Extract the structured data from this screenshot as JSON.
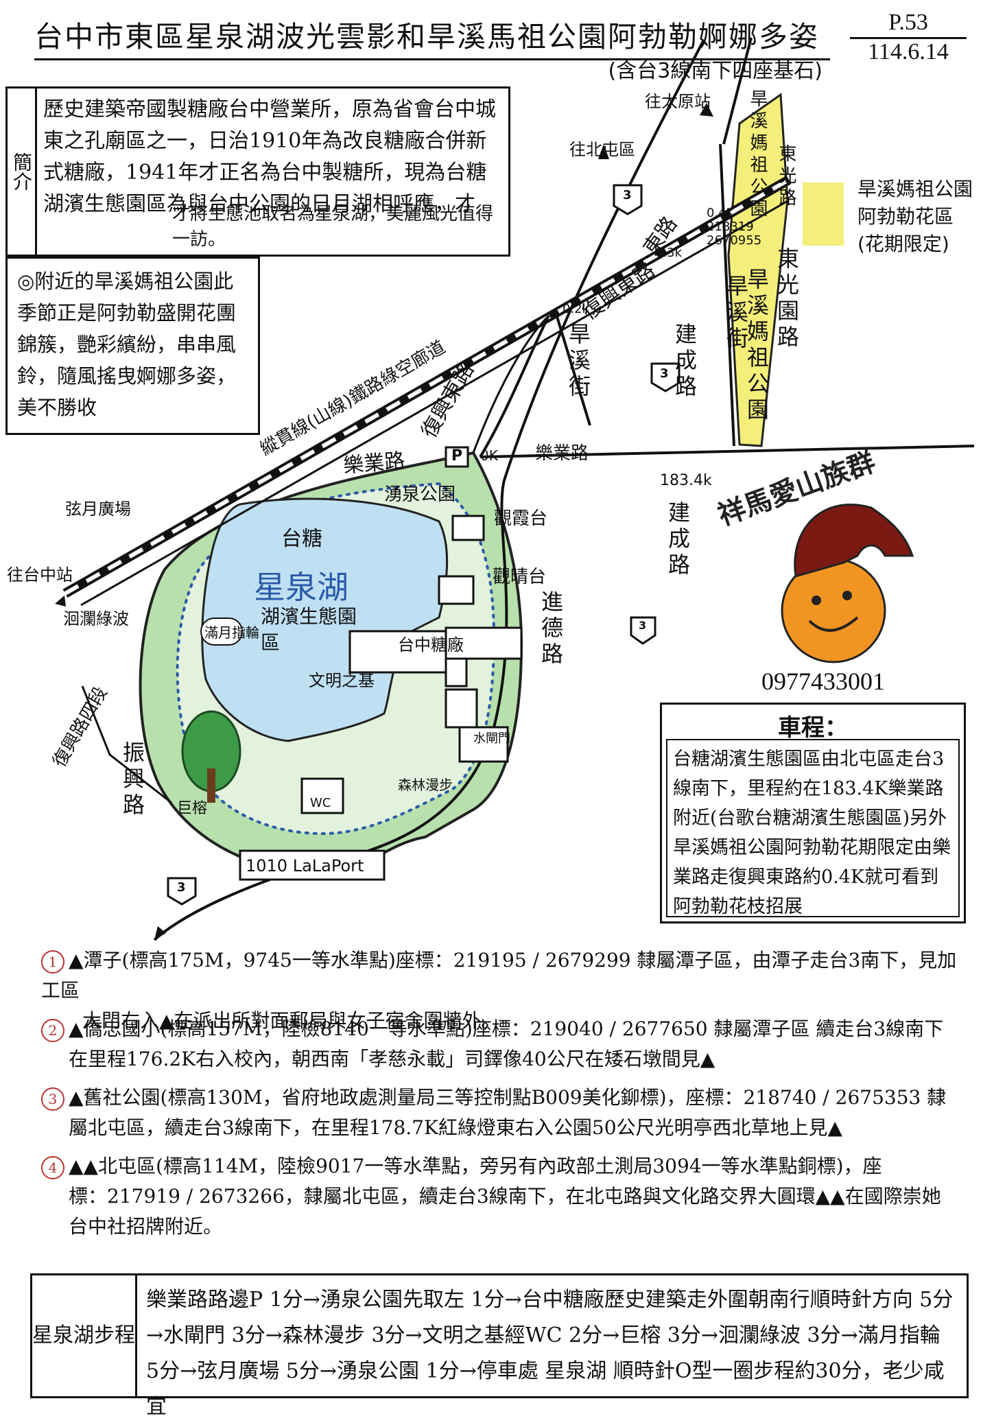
{
  "header": {
    "title": "台中市東區星泉湖波光雲影和旱溪馬祖公園阿勃勒婀娜多姿",
    "subtitle": "(含台3線南下四座基石)",
    "page_no": "P.53",
    "date": "114.6.14"
  },
  "intro": {
    "tag": "簡介",
    "text": "歷史建築帝國製糖廠台中營業所，原為省會台中城東之孔廟區之一，日治1910年為改良糖廠合併新式糖廠，1941年才正名為台中製糖所，現為台糖湖濱生態園區為與台中公園的日月湖相呼應，才",
    "note": "才將生態池取名為星泉湖，美麗風光值得一訪。"
  },
  "nearby": {
    "text": "◎附近的旱溪媽祖公園此季節正是阿勃勒盛開花團錦簇，艷彩繽紛，串串風鈴，隨風搖曳婀娜多姿，美不勝收"
  },
  "legend": {
    "line1": "旱溪媽祖公園",
    "line2": "阿勃勒花區",
    "line3": "(花期限定)",
    "color": "#f4ef7a"
  },
  "map": {
    "to_taiyuan": "往太原站",
    "to_beitun": "往北屯區",
    "to_taichung": "往台中站",
    "rail": "縱貫線(山線)鐵路綠空廊道",
    "park_top": "旱溪媽祖公園",
    "dongguang_rd_top": "東光路",
    "dongguang_garden_rd": "東光園路",
    "hanxi_mazu_park": "旱溪媽祖公園",
    "hanxi_st": "旱溪街",
    "hanxi_st2": "旱溪街",
    "fuxing_e_rd": "復興東路",
    "fuxing_e_rd2": "復興東路",
    "dong_rd": "東路",
    "jiancheng_rd": "建成路",
    "jiancheng_rd2": "建成路",
    "leye_rd": "樂業路",
    "leye_rd2": "樂業路",
    "km_0_4": "0.4K",
    "coord_a": "218319",
    "coord_b": "2670955",
    "km_0_3": "0.3k",
    "km_0_2": "0.2k",
    "km_0": "0K",
    "km_183": "183.4k",
    "parking": "P",
    "xianyue": "弦月廣場",
    "huilan": "洄瀾綠波",
    "fuxing_sec4": "復興路四段",
    "yongquan": "湧泉公園",
    "taitang": "台糖",
    "lake": "星泉湖",
    "lake_sub": "湖濱生態園區",
    "manyue": "滿月指輪",
    "wenming": "文明之基",
    "taichung_sugar": "台中糖廠",
    "guanxia": "觀霞台",
    "guanqing": "觀晴台",
    "jinde_rd": "進德路",
    "water_gate": "水閘門",
    "forest": "森林漫步",
    "banyan": "巨榕",
    "wc": "WC",
    "zhenxing_rd": "振興路",
    "lalaport": "1010 LaLaPort",
    "hw3": "3"
  },
  "logo": {
    "text": "祥馬愛山族群",
    "phone": "0977433001"
  },
  "route": {
    "heading": "車程：",
    "text": "台糖湖濱生態園區由北屯區走台3線南下，里程約在183.4K樂業路附近(台歌台糖湖濱生態園區)另外旱溪媽祖公園阿勃勒花期限定由樂業路走復興東路約0.4K就可看到阿勃勒花枝招展"
  },
  "benchmarks": [
    {
      "num": "1",
      "line1": "▲潭子(標高175M，9745一等水準點)座標：219195 / 2679299 隸屬潭子區，由潭子走台3南下，見加工區",
      "line2": "大門右入▲在派出所對面郵局與女子宿舍圍牆外。"
    },
    {
      "num": "2",
      "line1": "▲僑忠國小(標高157M，陸檢8140一等水準點)座標：219040 / 2677650 隸屬潭子區 續走台3線南下",
      "line2": "在里程176.2K右入校內，朝西南「孝慈永載」司鐸像40公尺在矮石墩間見▲"
    },
    {
      "num": "3",
      "line1": "▲舊社公園(標高130M，省府地政處測量局三等控制點B009美化鉚標)，座標：218740 / 2675353 隸",
      "line2": "屬北屯區，續走台3線南下，在里程178.7K紅綠燈東右入公園50公尺光明亭西北草地上見▲"
    },
    {
      "num": "4",
      "line1": "▲▲北屯區(標高114M，陸檢9017一等水準點，旁另有內政部土測局3094一等水準點銅標)，座",
      "line2": "標：217919 / 2673266，隸屬北屯區，續走台3線南下，在北屯路與文化路交界大圓環▲▲在國際崇她",
      "line3": "台中社招牌附近。"
    }
  ],
  "walk": {
    "tag": "星泉湖步程",
    "text": "樂業路路邊P 1分→湧泉公園先取左 1分→台中糖廠歷史建築走外圍朝南行順時針方向 5分→水閘門 3分→森林漫步 3分→文明之基經WC 2分→巨榕 3分→洄瀾綠波 3分→滿月指輪 5分→弦月廣場 5分→湧泉公園 1分→停車處 星泉湖 順時針O型一圈步程約30分，老少咸宜"
  }
}
